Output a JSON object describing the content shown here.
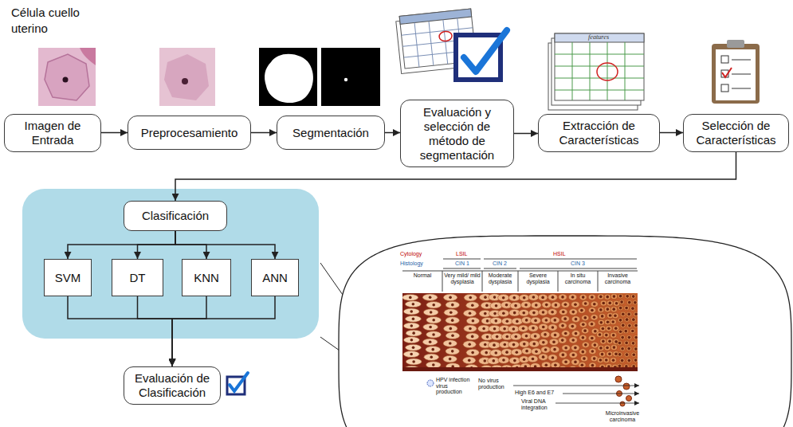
{
  "diagram": {
    "nodes": [
      {
        "text": [
          "Imagen de Entrada"
        ]
      },
      {
        "text": [
          "Preprocesamiento"
        ]
      },
      {
        "text": [
          "Segmentación"
        ]
      },
      {
        "text": [
          "Evaluación y selección de método de segmentación"
        ]
      },
      {
        "text": [
          "Extracción de Características"
        ]
      },
      {
        "text": [
          "Selección de Características"
        ]
      },
      {
        "text": [
          "Clasificación"
        ]
      },
      {
        "text": [
          "SVM"
        ]
      },
      {
        "text": [
          "DT"
        ]
      },
      {
        "text": [
          "KNN"
        ]
      },
      {
        "text": [
          "ANN"
        ]
      },
      {
        "text": [
          "Evaluación de Clasificación"
        ]
      }
    ],
    "edges": [
      {
        "from": 0,
        "to": 1,
        "arrow": "to"
      },
      {
        "from": 1,
        "to": 2,
        "arrow": "to"
      },
      {
        "from": 2,
        "to": 3,
        "arrow": "to"
      },
      {
        "from": 3,
        "to": 4,
        "arrow": "to"
      },
      {
        "from": 4,
        "to": 5,
        "arrow": "to"
      },
      {
        "from": 5,
        "to": 6,
        "arrow": "to"
      },
      {
        "from": 6,
        "to": 7,
        "arrow": "to"
      },
      {
        "from": 6,
        "to": 8,
        "arrow": "to"
      },
      {
        "from": 6,
        "to": 9,
        "arrow": "to"
      },
      {
        "from": 6,
        "to": 10,
        "arrow": "to"
      },
      {
        "from": 7,
        "to": 11,
        "arrow": "to"
      },
      {
        "from": 8,
        "to": 11,
        "arrow": "to"
      },
      {
        "from": 9,
        "to": 11,
        "arrow": "to"
      },
      {
        "from": 10,
        "to": 11,
        "arrow": "to"
      }
    ],
    "labels": [
      "Célula cuello uterino",
      "features",
      "Cytology",
      "LSIL",
      "HSIL",
      "Histology",
      "CIN 1",
      "CIN 2",
      "CIN 3",
      "Normal",
      "Very mild/ mild dysplasia",
      "Moderate dysplasia",
      "Severe dysplasia",
      "In situ carcinoma",
      "Invasive carcinoma",
      "HPV infection virus production",
      "No virus production",
      "High E6 and E7",
      "Viral DNA integration",
      "Microinvasive carcinoma"
    ]
  }
}
